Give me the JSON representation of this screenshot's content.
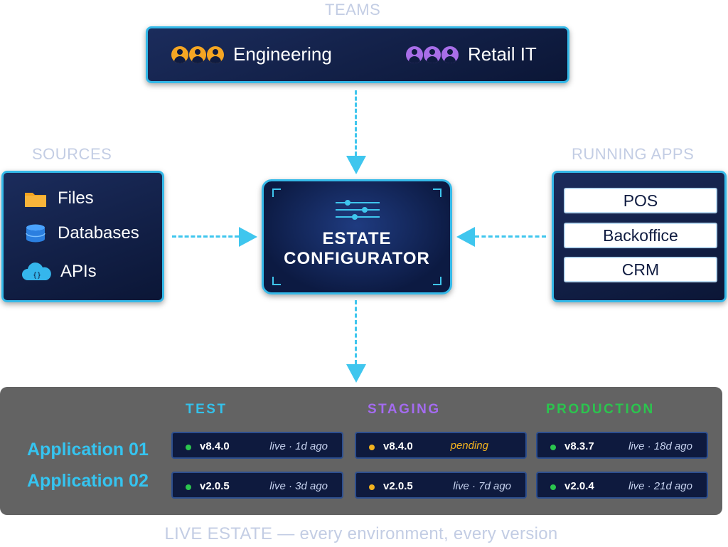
{
  "teams": {
    "label": "TEAMS",
    "items": [
      {
        "name": "Engineering",
        "icon": "team-people-icon",
        "color": "#f5a623"
      },
      {
        "name": "Retail IT",
        "icon": "team-people-icon",
        "color": "#a86ee8"
      }
    ]
  },
  "sources": {
    "label": "SOURCES",
    "items": [
      {
        "name": "Files",
        "icon": "folder-icon"
      },
      {
        "name": "Databases",
        "icon": "database-icon"
      },
      {
        "name": "APIs",
        "icon": "cloud-api-icon"
      }
    ]
  },
  "configurator": {
    "line1": "ESTATE",
    "line2": "CONFIGURATOR",
    "icon": "sliders-icon"
  },
  "running_apps": {
    "label": "RUNNING APPS",
    "items": [
      "POS",
      "Backoffice",
      "CRM"
    ]
  },
  "estate": {
    "environments": [
      {
        "name": "TEST",
        "color": "#33c2ec"
      },
      {
        "name": "STAGING",
        "color": "#a46bf0"
      },
      {
        "name": "PRODUCTION",
        "color": "#2bc54e"
      }
    ],
    "applications": [
      {
        "name": "Application 01",
        "cells": [
          {
            "version": "v8.4.0",
            "status": "live · 1d ago",
            "state": "live"
          },
          {
            "version": "v8.4.0",
            "status": "pending",
            "state": "pending"
          },
          {
            "version": "v8.3.7",
            "status": "live · 18d ago",
            "state": "live"
          }
        ]
      },
      {
        "name": "Application 02",
        "cells": [
          {
            "version": "v2.0.5",
            "status": "live · 3d ago",
            "state": "live"
          },
          {
            "version": "v2.0.5",
            "status": "live · 7d ago",
            "state": "pending"
          },
          {
            "version": "v2.0.4",
            "status": "live · 21d ago",
            "state": "live"
          }
        ]
      }
    ],
    "status_colors": {
      "live": "#2bc54e",
      "pending": "#f2b21f"
    },
    "footer": "LIVE ESTATE — every environment, every version"
  }
}
